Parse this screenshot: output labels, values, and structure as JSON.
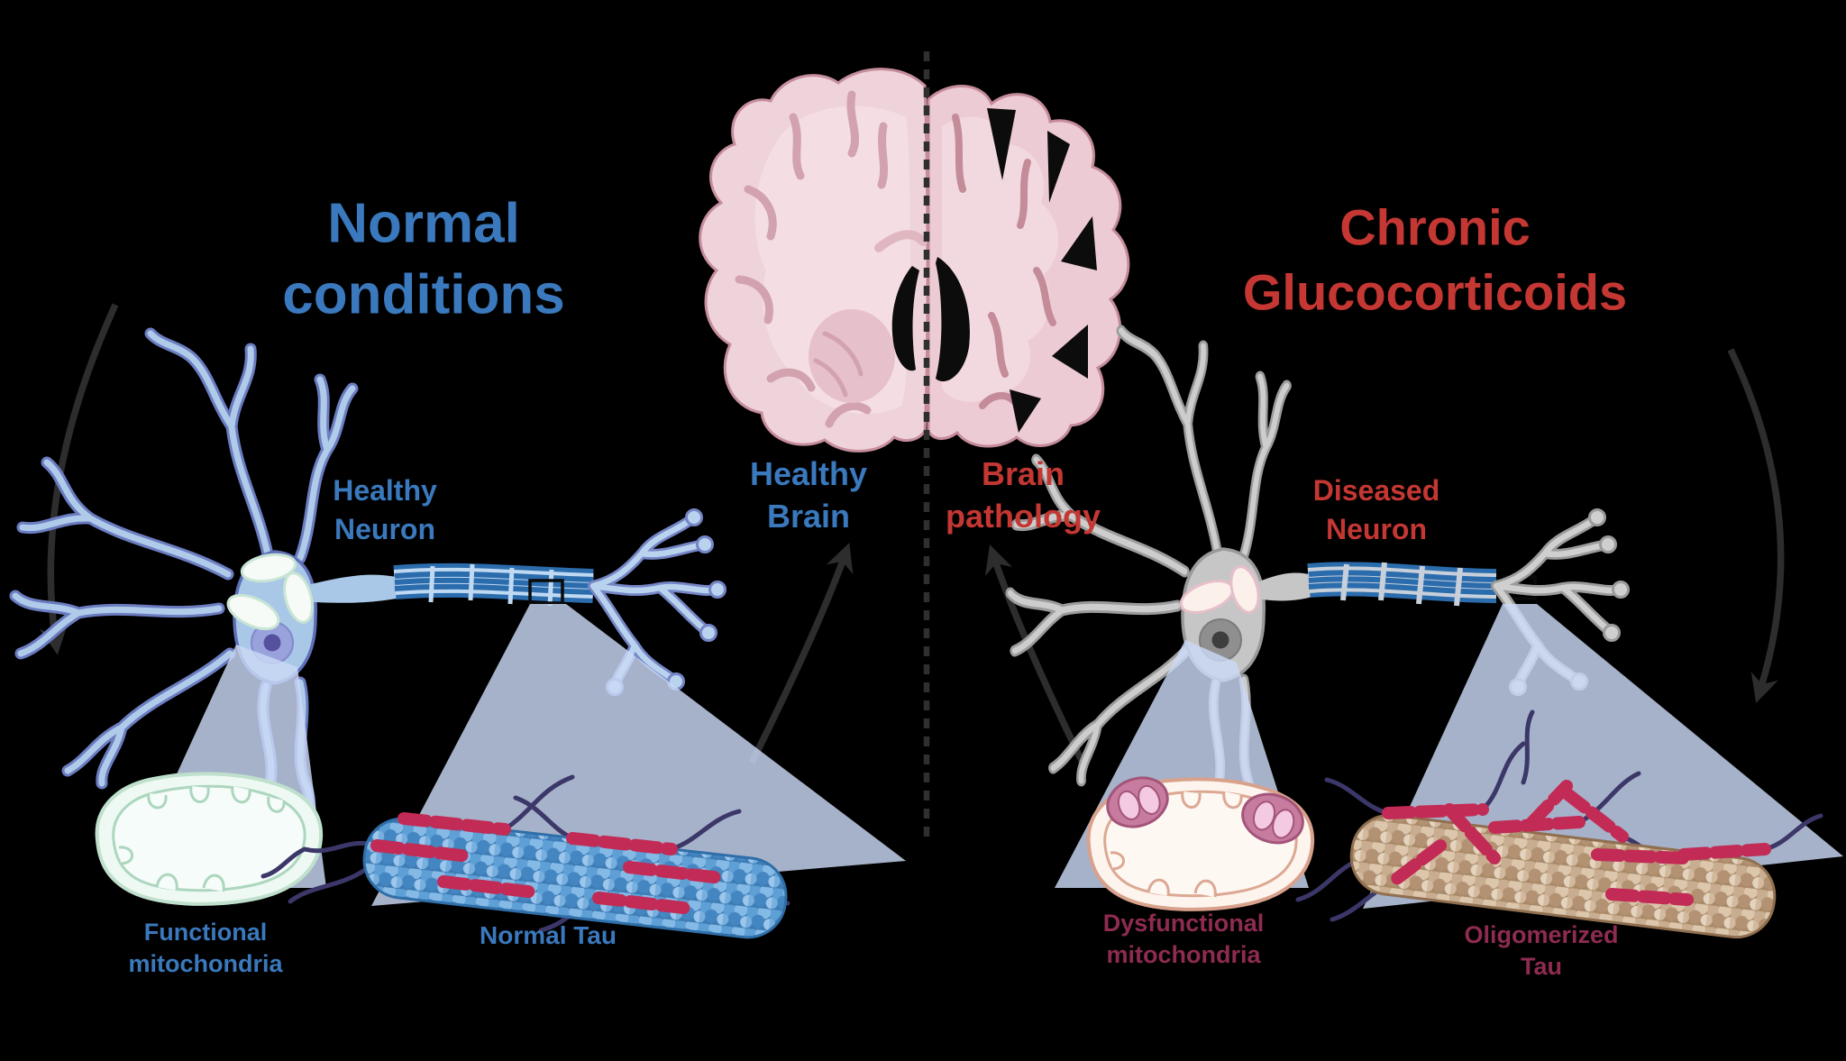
{
  "figure": {
    "left": {
      "title": "Normal\nconditions",
      "neuron_label": "Healthy\nNeuron",
      "brain_label": "Healthy\nBrain",
      "mitochondria_label": "Functional\nmitochondria",
      "tau_label": "Normal Tau"
    },
    "right": {
      "title": "Chronic\nGlucocorticoids",
      "neuron_label": "Diseased\nNeuron",
      "brain_label": "Brain\npathology",
      "mitochondria_label": "Dysfunctional\nmitochondria",
      "tau_label": "Oligomerized\nTau"
    },
    "colors": {
      "background": "#000000",
      "blue_text": "#3A79BD",
      "red_text": "#C43733",
      "maroon_text": "#8E2B51",
      "arrow": "#2D2D2D",
      "beam": "#CBD9F5",
      "healthy_neuron_fill": "#A9C7E7",
      "diseased_neuron_fill": "#C6C6C6",
      "myelin_blue": "#2B6CAD",
      "tau_red": "#C22B55",
      "tau_tail_navy": "#3B3768",
      "brain_pink": "#EFD3DB",
      "mitochondria_mint": "#EFF9F3",
      "mitochondria_cream": "#FDF4ED"
    }
  }
}
